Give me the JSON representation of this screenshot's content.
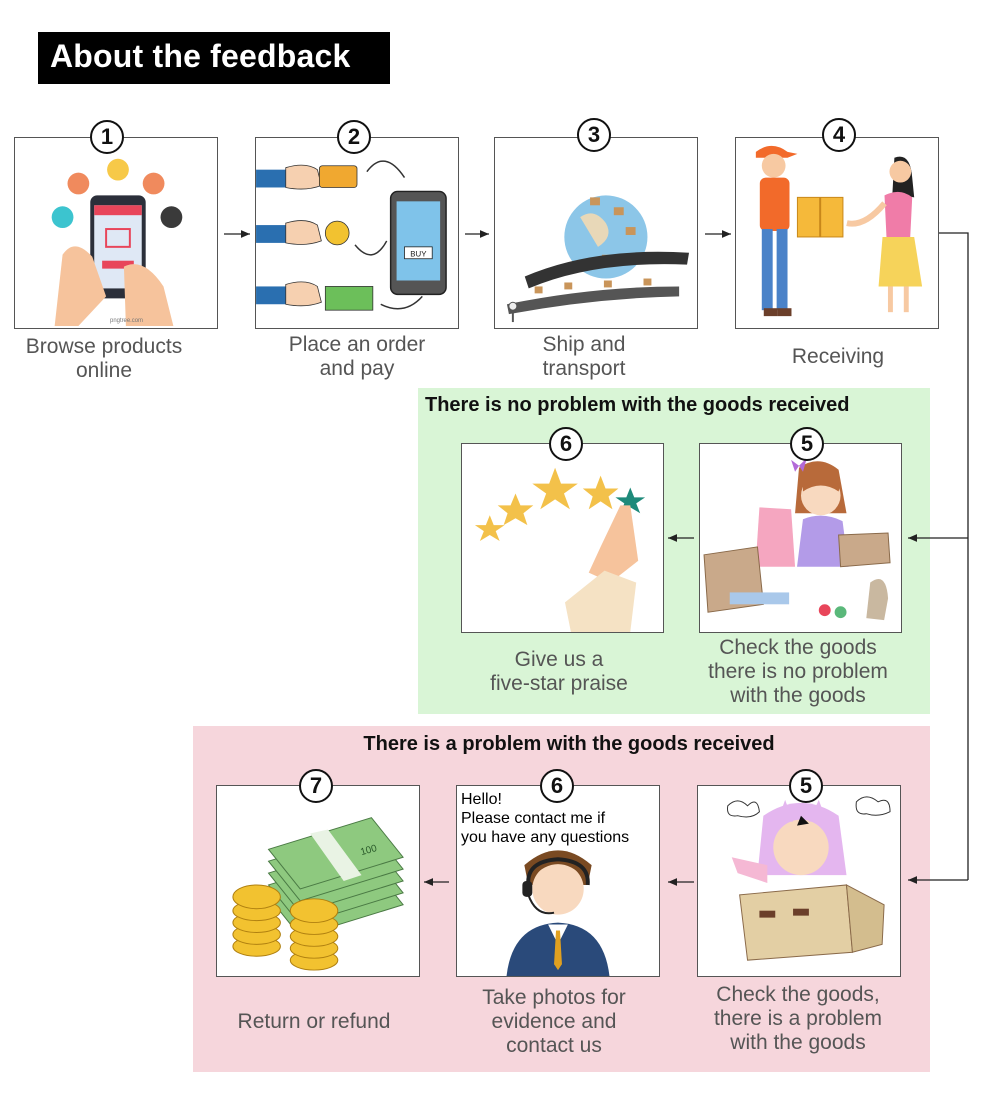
{
  "header": {
    "title": "About the feedback"
  },
  "steps": {
    "s1": {
      "number": "1",
      "caption": [
        "Browse products",
        "online"
      ],
      "watermark": "pngtree.com"
    },
    "s2": {
      "number": "2",
      "caption": [
        "Place an order",
        "and pay"
      ],
      "buy_label": "BUY"
    },
    "s3": {
      "number": "3",
      "caption": [
        "Ship and",
        "transport"
      ]
    },
    "s4": {
      "number": "4",
      "caption": [
        "Receiving"
      ]
    }
  },
  "no_problem": {
    "title": "There is no problem with the goods received",
    "check": {
      "number": "5",
      "caption": [
        "Check the goods",
        "there is no problem",
        "with the goods"
      ]
    },
    "praise": {
      "number": "6",
      "caption": [
        "Give us a",
        "five-star praise"
      ]
    }
  },
  "problem": {
    "title": "There is a problem with the goods received",
    "check": {
      "number": "5",
      "caption": [
        "Check the goods,",
        "there is a problem",
        "with the goods"
      ]
    },
    "contact": {
      "number": "6",
      "speech": [
        "Hello!",
        "Please contact me if",
        "you have any questions"
      ],
      "caption": [
        "Take photos for",
        "evidence and",
        "contact us"
      ]
    },
    "refund": {
      "number": "7",
      "caption": [
        "Return or refund"
      ],
      "banknote_label": "100"
    }
  },
  "colors": {
    "green_panel": "#d9f5d6",
    "pink_panel": "#f6d6dc",
    "star": "#f3c14a",
    "cash": "#8ec97f",
    "coin": "#f2c230"
  }
}
